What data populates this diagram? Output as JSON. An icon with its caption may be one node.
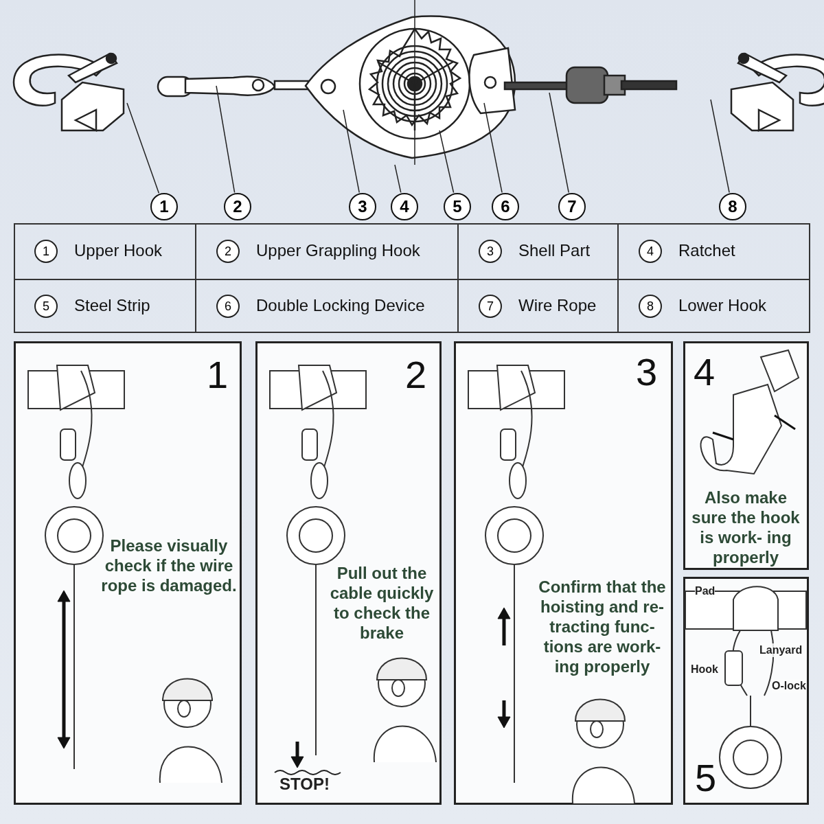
{
  "diagram": {
    "nodes": [
      {
        "text": [
          "1"
        ]
      },
      {
        "text": [
          "2"
        ]
      },
      {
        "text": [
          "3"
        ]
      },
      {
        "text": [
          "4"
        ]
      },
      {
        "text": [
          "5"
        ]
      },
      {
        "text": [
          "6"
        ]
      },
      {
        "text": [
          "7"
        ]
      },
      {
        "text": [
          "8"
        ]
      },
      {
        "text": [
          "1",
          "Please visually check if the wire rope is damaged."
        ]
      },
      {
        "text": [
          "2",
          "Pull out the cable quickly to check the brake",
          "STOP!"
        ]
      },
      {
        "text": [
          "3",
          "Confirm that the hoisting and re- tracting func- tions are work- ing properly"
        ]
      },
      {
        "text": [
          "4",
          "Also make sure the hook is work- ing properly"
        ]
      },
      {
        "text": [
          "Pad",
          "Lanyard",
          "Hook",
          "O-lock",
          "5"
        ]
      }
    ],
    "edges": [
      {
        "from": 0,
        "to": null,
        "arrow": "none"
      },
      {
        "from": 1,
        "to": null,
        "arrow": "none"
      },
      {
        "from": 2,
        "to": null,
        "arrow": "none"
      },
      {
        "from": 3,
        "to": null,
        "arrow": "none"
      },
      {
        "from": 4,
        "to": null,
        "arrow": "none"
      },
      {
        "from": 5,
        "to": null,
        "arrow": "none"
      },
      {
        "from": 6,
        "to": null,
        "arrow": "none"
      },
      {
        "from": 7,
        "to": null,
        "arrow": "none"
      }
    ],
    "labels": [
      "1",
      "Upper Hook",
      "2",
      "Upper Grappling Hook",
      "3",
      "Shell Part",
      "4",
      "Ratchet",
      "5",
      "Steel Strip",
      "6",
      "Double Locking Device",
      "7",
      "Wire Rope",
      "8",
      "Lower Hook"
    ]
  }
}
